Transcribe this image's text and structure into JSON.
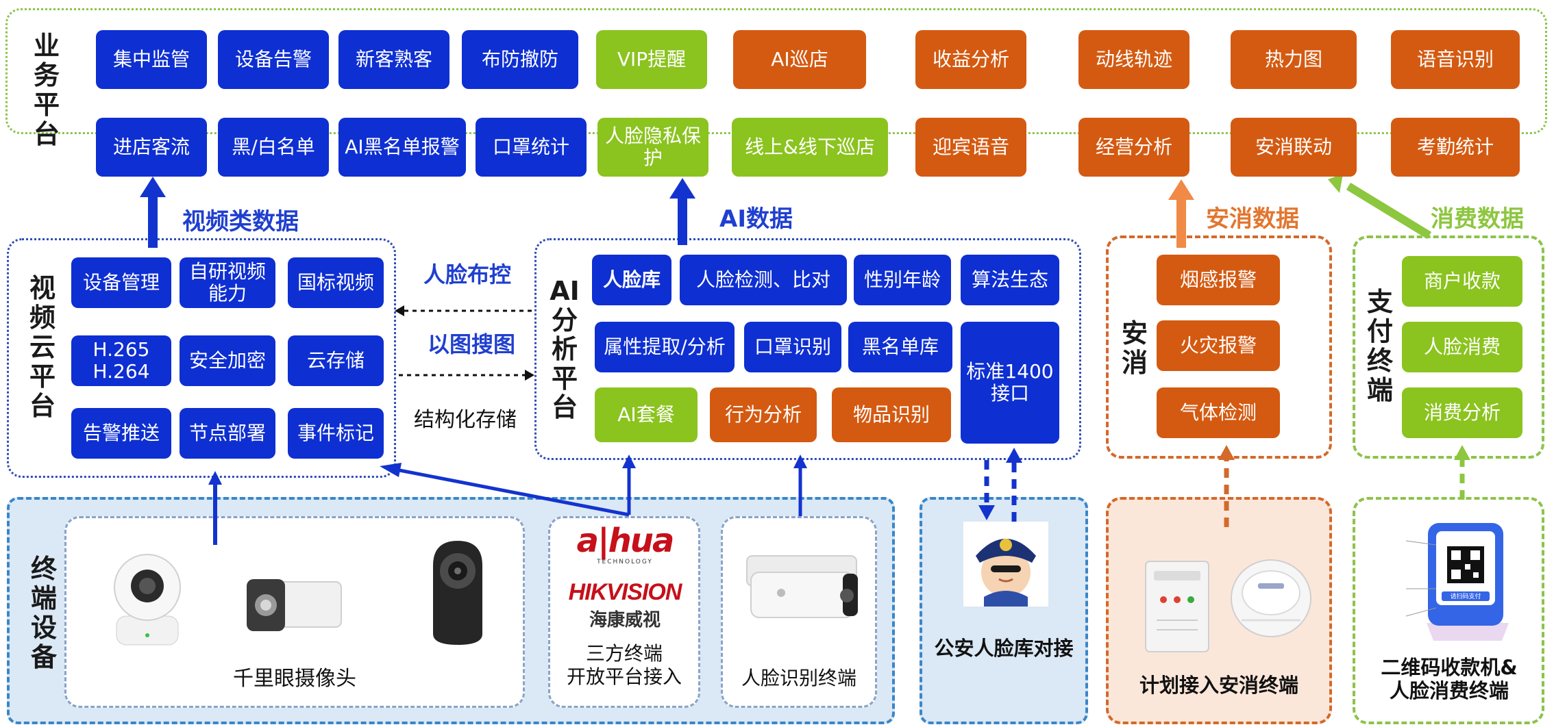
{
  "business_platform": {
    "label": "业务平台",
    "row1": [
      "集中监管",
      "设备告警",
      "新客熟客",
      "布防撤防",
      "VIP提醒",
      "AI巡店",
      "收益分析",
      "动线轨迹",
      "热力图",
      "语音识别"
    ],
    "row2": [
      "进店客流",
      "黑/白名单",
      "AI黑名单报警",
      "口罩统计",
      "人脸隐私保护",
      "线上&线下巡店",
      "迎宾语音",
      "经营分析",
      "安消联动",
      "考勤统计"
    ]
  },
  "flows": {
    "video_data": "视频类数据",
    "ai_data": "AI数据",
    "fire_data": "安消数据",
    "consume_data": "消费数据",
    "face_deploy": "人脸布控",
    "image_search": "以图搜图",
    "struct_storage": "结构化存储"
  },
  "video_cloud": {
    "label": "视频云平台",
    "items": [
      "设备管理",
      "自研视频\n能力",
      "国标视频",
      "H.265\nH.264",
      "安全加密",
      "云存储",
      "告警推送",
      "节点部署",
      "事件标记"
    ]
  },
  "ai_platform": {
    "label": "AI分析平台",
    "face_lib": "人脸库",
    "items": [
      "人脸检测、比对",
      "性别年龄",
      "算法生态",
      "属性提取/分析",
      "口罩识别",
      "黑名单库",
      "标准1400\n接口",
      "AI套餐",
      "行为分析",
      "物品识别"
    ]
  },
  "fire_safety": {
    "label": "安消",
    "items": [
      "烟感报警",
      "火灾报警",
      "气体检测"
    ]
  },
  "payment": {
    "label": "支付终端",
    "items": [
      "商户收款",
      "人脸消费",
      "消费分析"
    ]
  },
  "terminals": {
    "label": "终端设备",
    "camera_caption": "千里眼摄像头",
    "third_party_caption": "三方终端\n开放平台接入",
    "dahua_logo": "a|hua",
    "dahua_sub": "TECHNOLOGY",
    "hikvision_logo": "HIKVISION",
    "hikvision_cn": "海康威视",
    "face_terminal_caption": "人脸识别终端",
    "police_caption": "公安人脸库对接",
    "fire_caption": "计划接入安消终端",
    "pay_caption": "二维码收款机&\n人脸消费终端",
    "pay_screen": "请扫码支付"
  },
  "colors": {
    "blue": "#0e2fd2",
    "green": "#8bc31f",
    "orange": "#d45a11",
    "flow_blue": "#1f3fcf",
    "flow_orange": "#e2762f",
    "flow_green": "#8dc63f"
  }
}
